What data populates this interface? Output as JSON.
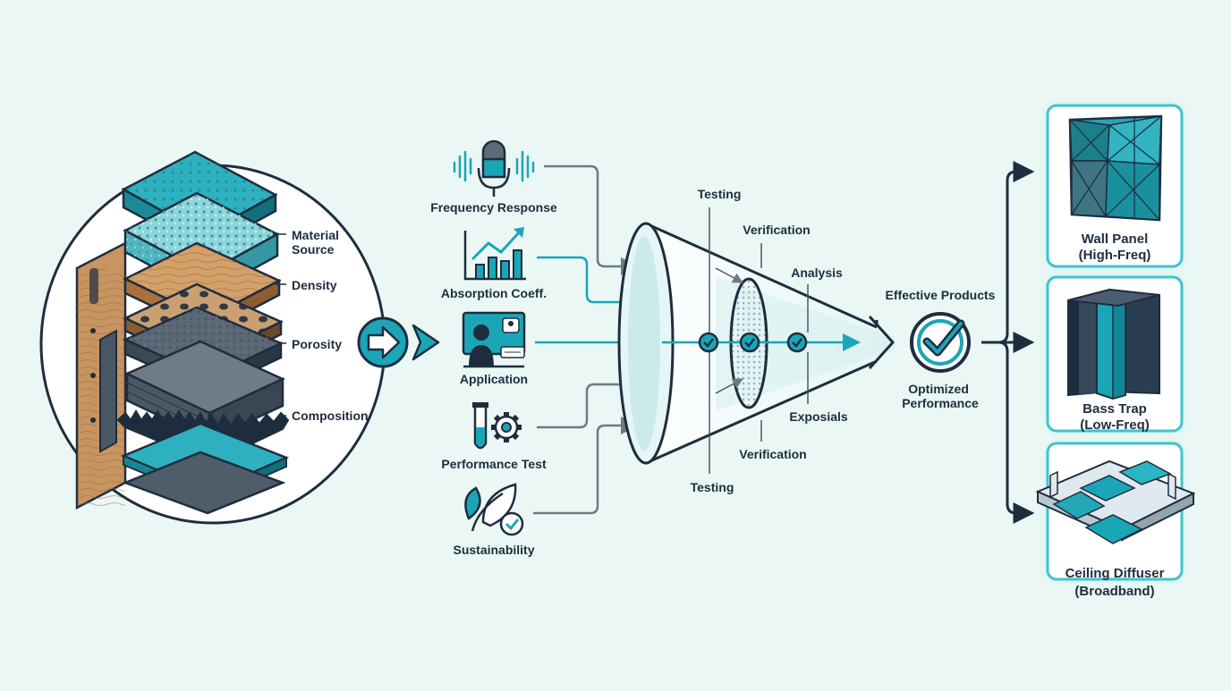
{
  "colors": {
    "background": "#eaf7f4",
    "navy": "#1e2d3e",
    "teal": "#1aa6b7",
    "teal_light": "#6fd0d8",
    "gray_line": "#7d8a94",
    "glow": "#7fe2e6"
  },
  "materials": {
    "layers": [
      {
        "label": "Material Source",
        "lines": [
          "Material",
          "Source"
        ]
      },
      {
        "label": "Density",
        "lines": [
          "Density"
        ]
      },
      {
        "label": "Porosity",
        "lines": [
          "Porosity"
        ]
      },
      {
        "label": "Composition",
        "lines": [
          "Composition"
        ]
      }
    ]
  },
  "criteria": [
    {
      "label": "Frequency Response",
      "icon": "microphone-icon"
    },
    {
      "label": "Absorption Coeff.",
      "icon": "bar-chart-icon"
    },
    {
      "label": "Application",
      "icon": "person-at-computer-icon"
    },
    {
      "label": "Performance Test",
      "icon": "test-tube-gear-icon"
    },
    {
      "label": "Sustainability",
      "icon": "leaf-check-icon"
    }
  ],
  "funnel": {
    "stages_top": [
      "Testing",
      "Verification",
      "Analysis"
    ],
    "stages_bottom": [
      "Exposials",
      "Verification",
      "Testing"
    ]
  },
  "outcome": {
    "title": "Effective Products",
    "subtitle_lines": [
      "Optimized",
      "Performance"
    ],
    "icon": "check-circle-icon"
  },
  "products": [
    {
      "name": "Wall Panel",
      "range": "(High-Freq)",
      "icon": "wall-panel-icon"
    },
    {
      "name": "Bass Trap",
      "range": "(Low-Freq)",
      "icon": "bass-trap-icon"
    },
    {
      "name": "Ceiling Diffuser",
      "range": "(Broadband)",
      "icon": "ceiling-diffuser-icon"
    }
  ]
}
